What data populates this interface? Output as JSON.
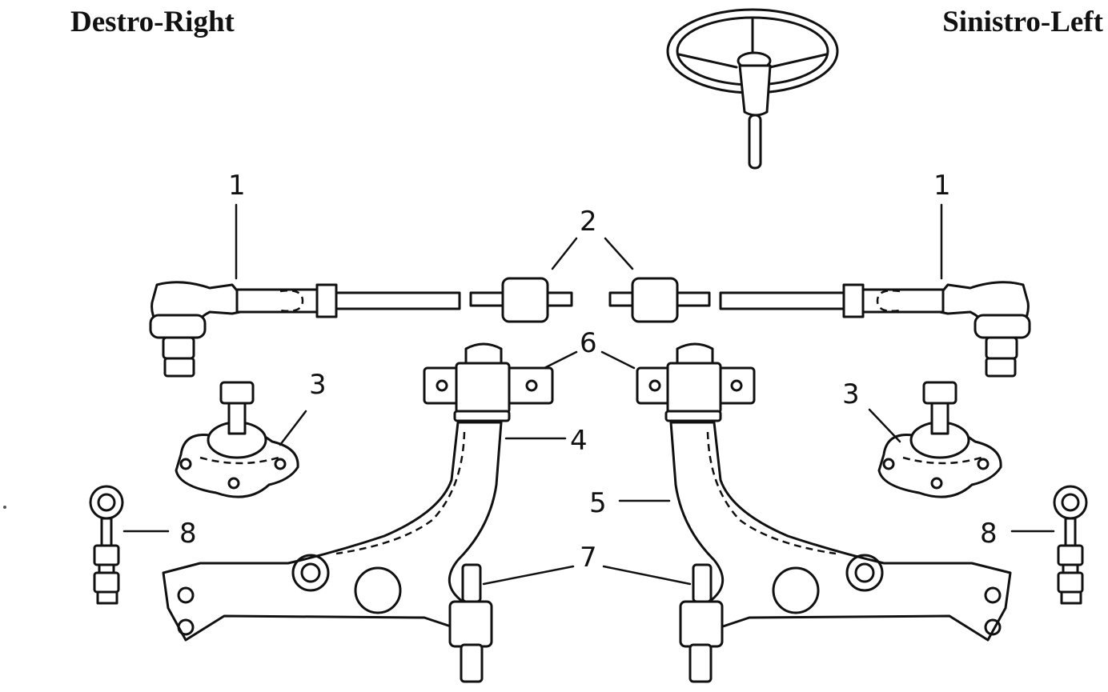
{
  "headers": {
    "right": "Destro-Right",
    "left": "Sinistro-Left"
  },
  "callouts": {
    "tie_rod_end_right": "1",
    "tie_rod_end_left": "1",
    "inner_tie_rod": "2",
    "ball_joint_right": "3",
    "ball_joint_left": "3",
    "control_arm_bushing_a": "4",
    "control_arm_bushing_b": "5",
    "bushing_bracket": "6",
    "rear_bushing": "7",
    "stabilizer_link_right": "8",
    "stabilizer_link_left": "8"
  },
  "icons": [
    "steering-wheel-icon"
  ]
}
